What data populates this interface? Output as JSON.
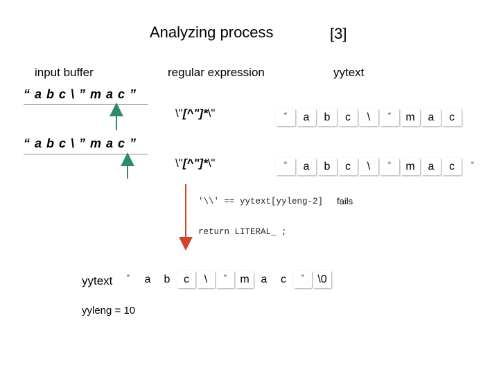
{
  "title": "Analyzing process",
  "ref": "[3]",
  "headers": {
    "input_buffer": "input buffer",
    "regular_expression": "regular expression",
    "yytext": "yytext"
  },
  "buffer_rows": [
    {
      "text": "“ a b c \\ ” m a c ”"
    },
    {
      "text": "“ a b c \\ ” m a c ”"
    }
  ],
  "regex_rows": [
    {
      "open": "\\\"",
      "mid": "[^\"]*",
      "close": "\\\""
    },
    {
      "open": "\\\"",
      "mid": "[^\"]*",
      "close": "\\\""
    }
  ],
  "yytext_rows": [
    {
      "chars": [
        "“",
        "a",
        "b",
        "c",
        "\\",
        "“",
        "m",
        "a",
        "c"
      ]
    },
    {
      "chars": [
        "“",
        "a",
        "b",
        "c",
        "\\",
        "“",
        "m",
        "a",
        "c",
        "“"
      ]
    }
  ],
  "code": {
    "condition": "'\\\\' == yytext[yyleng-2]",
    "result": "fails",
    "return_stmt": "return  LITERAL_ ;"
  },
  "bottom": {
    "label": "yytext",
    "chars": [
      "“",
      "a",
      "b",
      "c",
      "\\",
      "“",
      "m",
      "a",
      "c",
      "“",
      "\\0"
    ],
    "yyleng": "yyleng = 10"
  },
  "colors": {
    "up_arrow": "#2e8b6a",
    "down_arrow": "#d2452a"
  }
}
